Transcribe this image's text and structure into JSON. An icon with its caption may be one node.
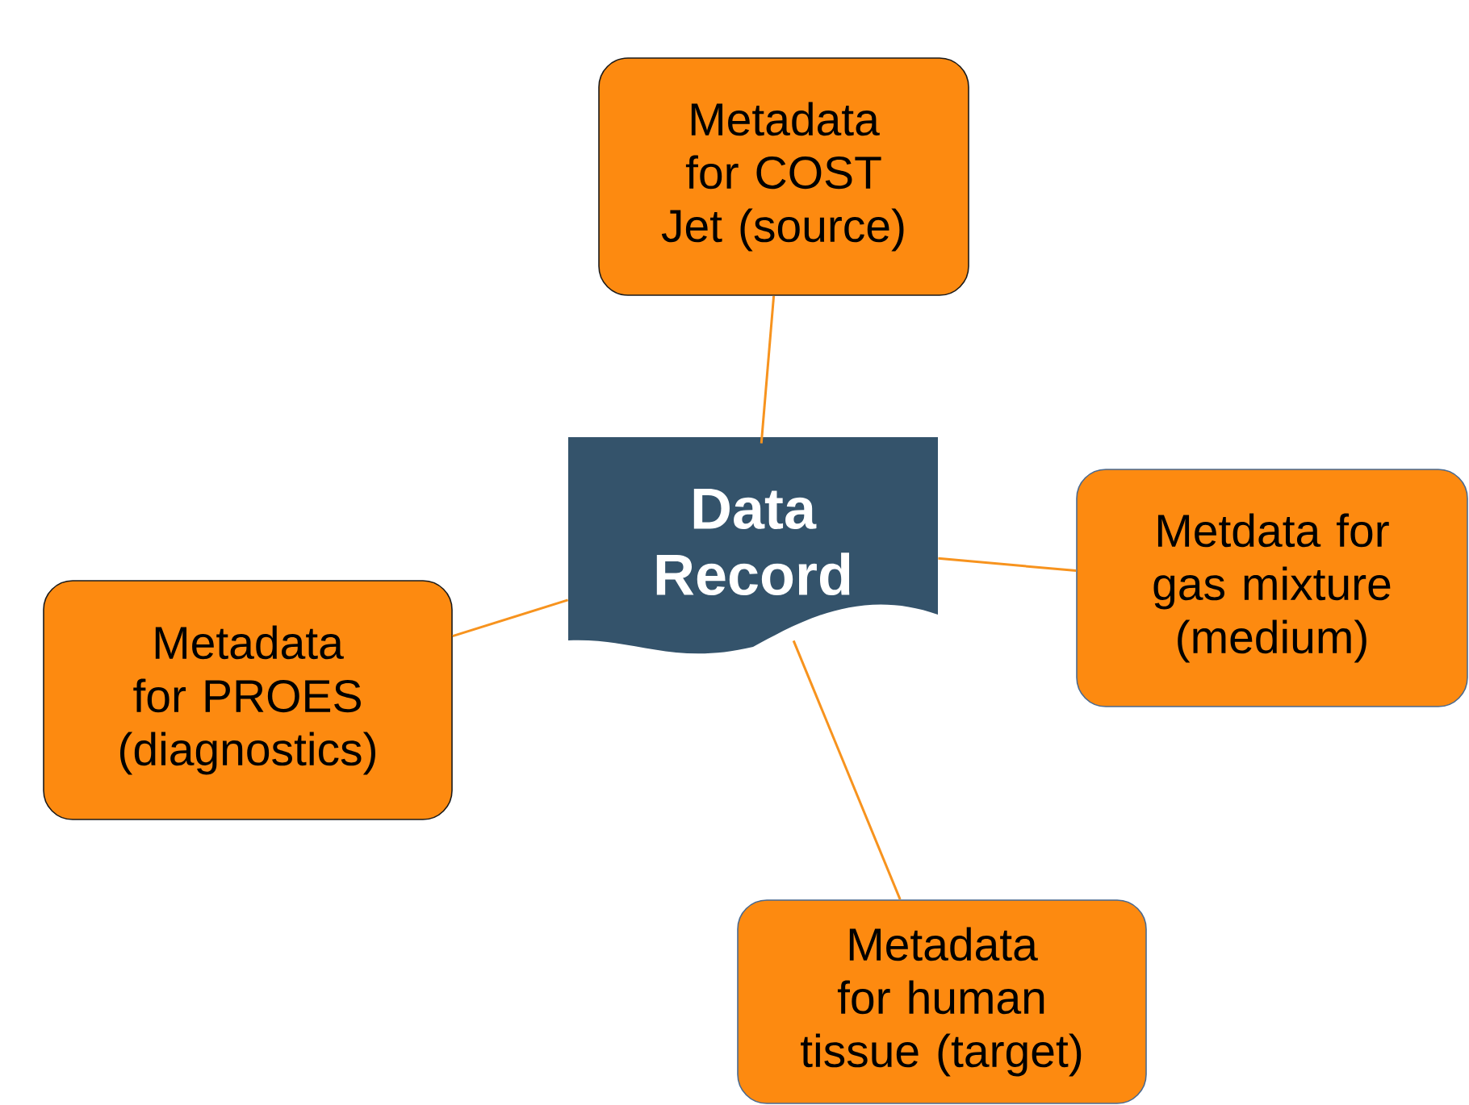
{
  "diagram": {
    "nodes": [
      {
        "text": [
          "Data Record"
        ]
      },
      {
        "text": [
          "Metadata for COST Jet (source)"
        ]
      },
      {
        "text": [
          "Metdata for gas mixture (medium)"
        ]
      },
      {
        "text": [
          "Metadata for PROES (diagnostics)"
        ]
      },
      {
        "text": [
          "Metadata for human tissue (target)"
        ]
      }
    ],
    "edges": [
      {
        "from": 0,
        "to": 1,
        "arrow": "none"
      },
      {
        "from": 0,
        "to": 2,
        "arrow": "none"
      },
      {
        "from": 0,
        "to": 3,
        "arrow": "none"
      },
      {
        "from": 0,
        "to": 4,
        "arrow": "none"
      }
    ]
  }
}
